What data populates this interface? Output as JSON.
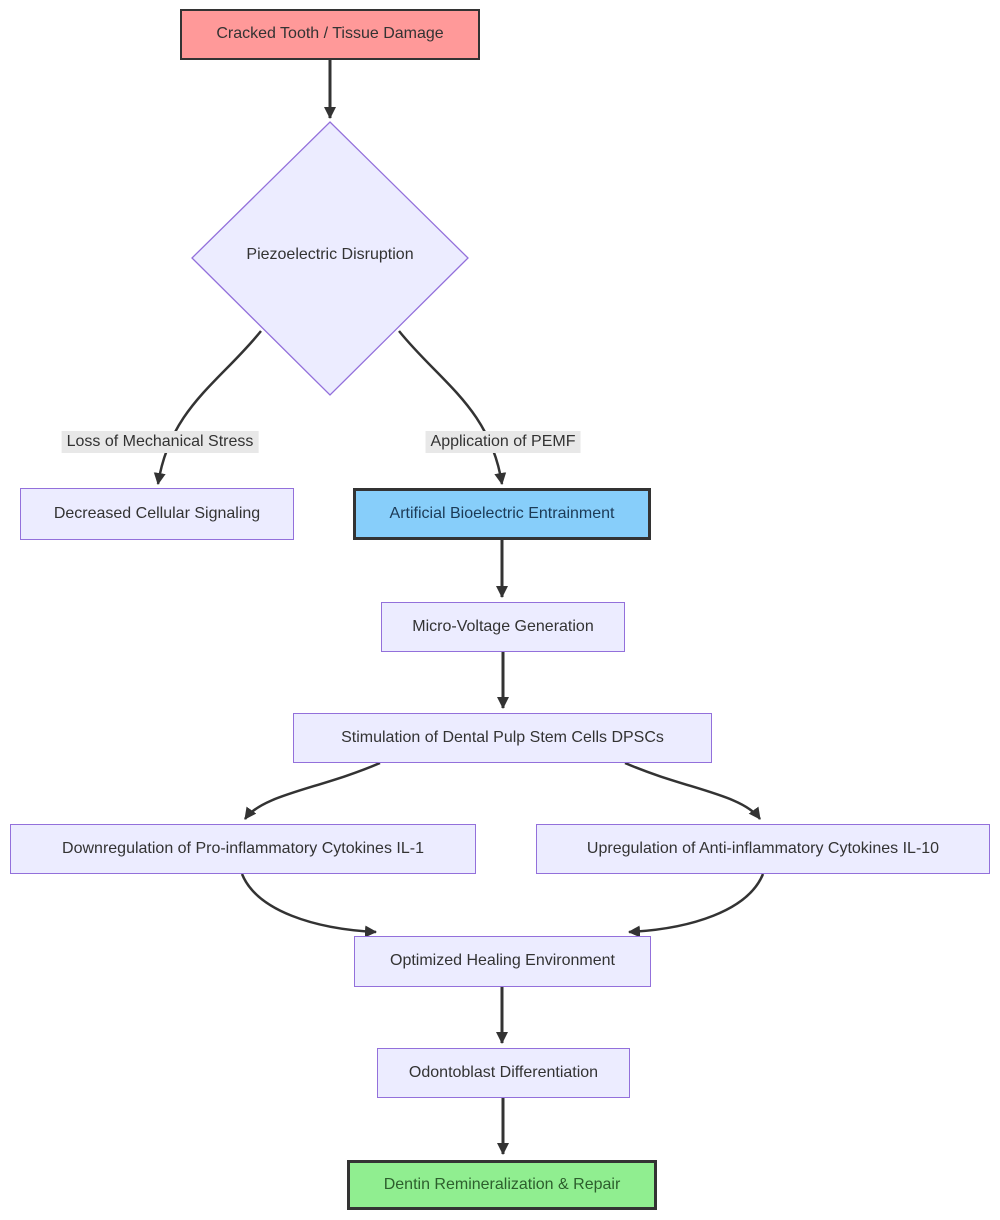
{
  "diagram": {
    "type": "flowchart",
    "direction": "top-down",
    "background": "#ffffff",
    "edge_color": "#333333",
    "edge_label_bg": "#e8e8e8",
    "nodes": [
      {
        "id": "A",
        "label": "Cracked Tooth / Tissue Damage",
        "shape": "rectangle",
        "fill": "#ff9999",
        "border": "#333333",
        "text_color": "#333333"
      },
      {
        "id": "B",
        "label": "Piezoelectric Disruption",
        "shape": "diamond",
        "fill": "#ececff",
        "border": "#9370db",
        "text_color": "#333333"
      },
      {
        "id": "C",
        "label": "Decreased Cellular Signaling",
        "shape": "rectangle",
        "fill": "#ececff",
        "border": "#9370db",
        "text_color": "#333333"
      },
      {
        "id": "D",
        "label": "Artificial Bioelectric Entrainment",
        "shape": "rectangle",
        "fill": "#87cefa",
        "border": "#333333",
        "text_color": "#1c3b57"
      },
      {
        "id": "E",
        "label": "Micro-Voltage Generation",
        "shape": "rectangle",
        "fill": "#ececff",
        "border": "#9370db",
        "text_color": "#333333"
      },
      {
        "id": "F",
        "label": "Stimulation of Dental Pulp Stem Cells DPSCs",
        "shape": "rectangle",
        "fill": "#ececff",
        "border": "#9370db",
        "text_color": "#333333"
      },
      {
        "id": "G",
        "label": "Downregulation of Pro-inflammatory Cytokines IL-1",
        "shape": "rectangle",
        "fill": "#ececff",
        "border": "#9370db",
        "text_color": "#333333"
      },
      {
        "id": "H",
        "label": "Upregulation of Anti-inflammatory Cytokines IL-10",
        "shape": "rectangle",
        "fill": "#ececff",
        "border": "#9370db",
        "text_color": "#333333"
      },
      {
        "id": "I",
        "label": "Optimized Healing Environment",
        "shape": "rectangle",
        "fill": "#ececff",
        "border": "#9370db",
        "text_color": "#333333"
      },
      {
        "id": "J",
        "label": "Odontoblast Differentiation",
        "shape": "rectangle",
        "fill": "#ececff",
        "border": "#9370db",
        "text_color": "#333333"
      },
      {
        "id": "K",
        "label": "Dentin Remineralization & Repair",
        "shape": "rectangle",
        "fill": "#90ee90",
        "border": "#333333",
        "text_color": "#2d5f2d"
      }
    ],
    "edges": [
      {
        "from": "A",
        "to": "B",
        "label": ""
      },
      {
        "from": "B",
        "to": "C",
        "label": "Loss of Mechanical Stress"
      },
      {
        "from": "B",
        "to": "D",
        "label": "Application of PEMF"
      },
      {
        "from": "D",
        "to": "E",
        "label": ""
      },
      {
        "from": "E",
        "to": "F",
        "label": ""
      },
      {
        "from": "F",
        "to": "G",
        "label": ""
      },
      {
        "from": "F",
        "to": "H",
        "label": ""
      },
      {
        "from": "G",
        "to": "I",
        "label": ""
      },
      {
        "from": "H",
        "to": "I",
        "label": ""
      },
      {
        "from": "I",
        "to": "J",
        "label": ""
      },
      {
        "from": "J",
        "to": "K",
        "label": ""
      }
    ]
  }
}
